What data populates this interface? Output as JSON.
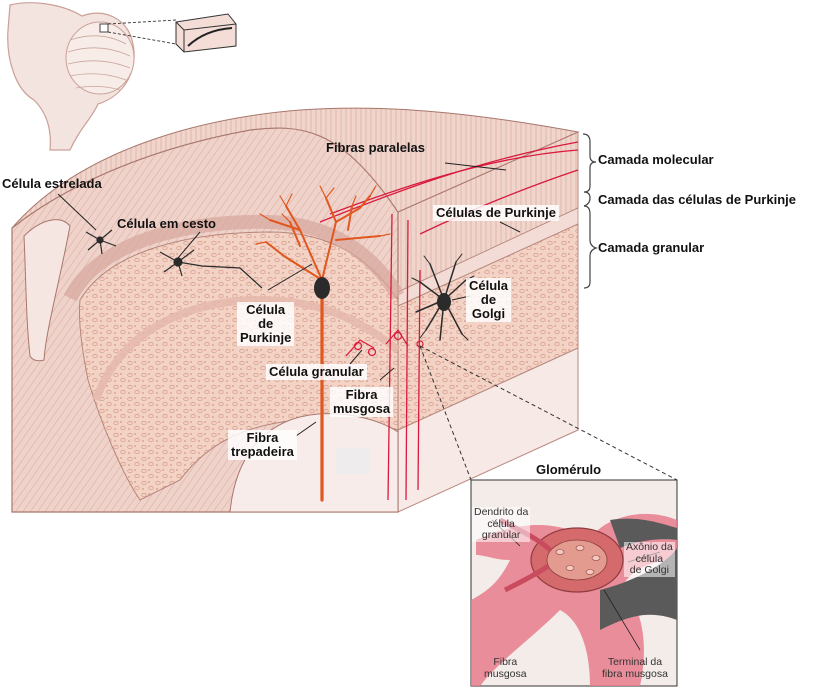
{
  "labels": {
    "celula_estrelada": "Célula estrelada",
    "celula_em_cesto": "Célula em cesto",
    "fibras_paralelas": "Fibras paralelas",
    "camada_molecular": "Camada molecular",
    "camada_purkinje": "Camada das células de Purkinje",
    "celulas_de_purkinje": "Células de Purkinje",
    "camada_granular": "Camada granular",
    "celula_de_purkinje": [
      "Célula",
      "de",
      "Purkinje"
    ],
    "celula_de_golgi": [
      "Célula",
      "de",
      "Golgi"
    ],
    "celula_granular": "Célula granular",
    "fibra_musgosa": [
      "Fibra",
      "musgosa"
    ],
    "fibra_trepadeira": [
      "Fibra",
      "trepadeira"
    ],
    "glomerulo": "Glomérulo",
    "dendrito_celula_granular": [
      "Dendrito da",
      "célula",
      "granular"
    ],
    "axonio_celula_golgi": [
      "Axônio da",
      "célula",
      "de Golgi"
    ],
    "inset_fibra_musgosa": [
      "Fibra",
      "musgosa"
    ],
    "terminal_fibra_musgosa": [
      "Terminal da",
      "fibra musgosa"
    ]
  },
  "colors": {
    "tissue": "#eccdc4",
    "molecular_layer": "#f1d6cf",
    "granular_layer": "#f3d1c2",
    "purkinje_neuron": "#e0571f",
    "fiber_red": "#d91a3c",
    "dark_neuron": "#2b2b2b",
    "glomerulus_pink": "#e87d8c",
    "glomerulus_gray": "#5a5a5a"
  }
}
